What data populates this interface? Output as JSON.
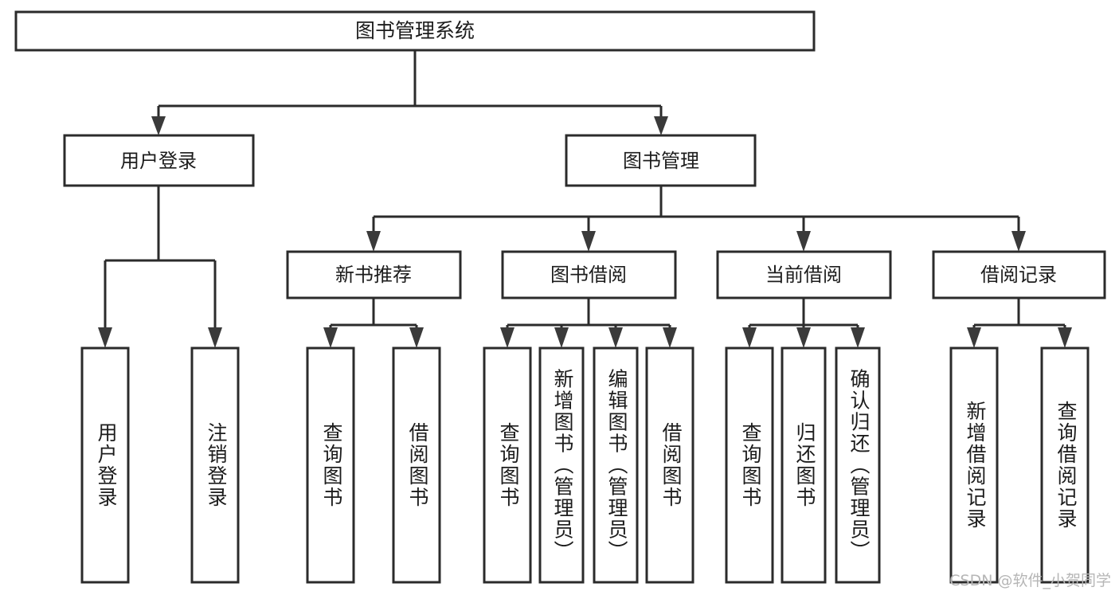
{
  "diagram": {
    "type": "tree",
    "title": "图书管理系统",
    "orientation": "top-down",
    "colors": {
      "background": "#ffffff",
      "box_fill": "#ffffff",
      "box_stroke": "#2b2b2b",
      "connector": "#2b2b2b",
      "arrow": "#3a3a3a",
      "text": "#1c1c1c",
      "watermark": "#b6b6b6"
    },
    "root": {
      "label": "图书管理系统"
    },
    "level2": [
      {
        "label": "用户登录"
      },
      {
        "label": "图书管理"
      }
    ],
    "level3": [
      {
        "label": "新书推荐"
      },
      {
        "label": "图书借阅"
      },
      {
        "label": "当前借阅"
      },
      {
        "label": "借阅记录"
      }
    ],
    "leaves": {
      "user_login": [
        {
          "label": "用户登录"
        },
        {
          "label": "注销登录"
        }
      ],
      "new_book_recommend": [
        {
          "label": "查询图书"
        },
        {
          "label": "借阅图书"
        }
      ],
      "book_borrow": [
        {
          "label": "查询图书"
        },
        {
          "label": "新增图书（管理员）"
        },
        {
          "label": "编辑图书（管理员）"
        },
        {
          "label": "借阅图书"
        }
      ],
      "current_borrow": [
        {
          "label": "查询图书"
        },
        {
          "label": "归还图书"
        },
        {
          "label": "确认归还（管理员）"
        }
      ],
      "borrow_record": [
        {
          "label": "新增借阅记录"
        },
        {
          "label": "查询借阅记录"
        }
      ]
    }
  },
  "watermark": {
    "text": "CSDN @软件_小贺同学"
  }
}
